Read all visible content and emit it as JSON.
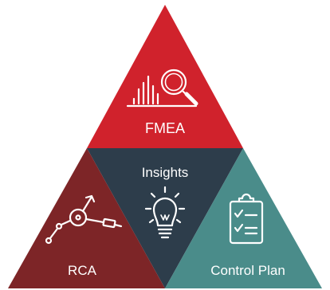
{
  "sections": {
    "top": {
      "label": "FMEA",
      "color": "#d0222c",
      "icon": "chart-magnifier-icon"
    },
    "center": {
      "label": "Insights",
      "color": "#2d3d4b",
      "icon": "lightbulb-icon"
    },
    "left": {
      "label": "RCA",
      "color": "#7d2527",
      "icon": "root-cause-network-icon"
    },
    "right": {
      "label": "Control Plan",
      "color": "#4a8c8a",
      "icon": "clipboard-checklist-icon"
    }
  }
}
